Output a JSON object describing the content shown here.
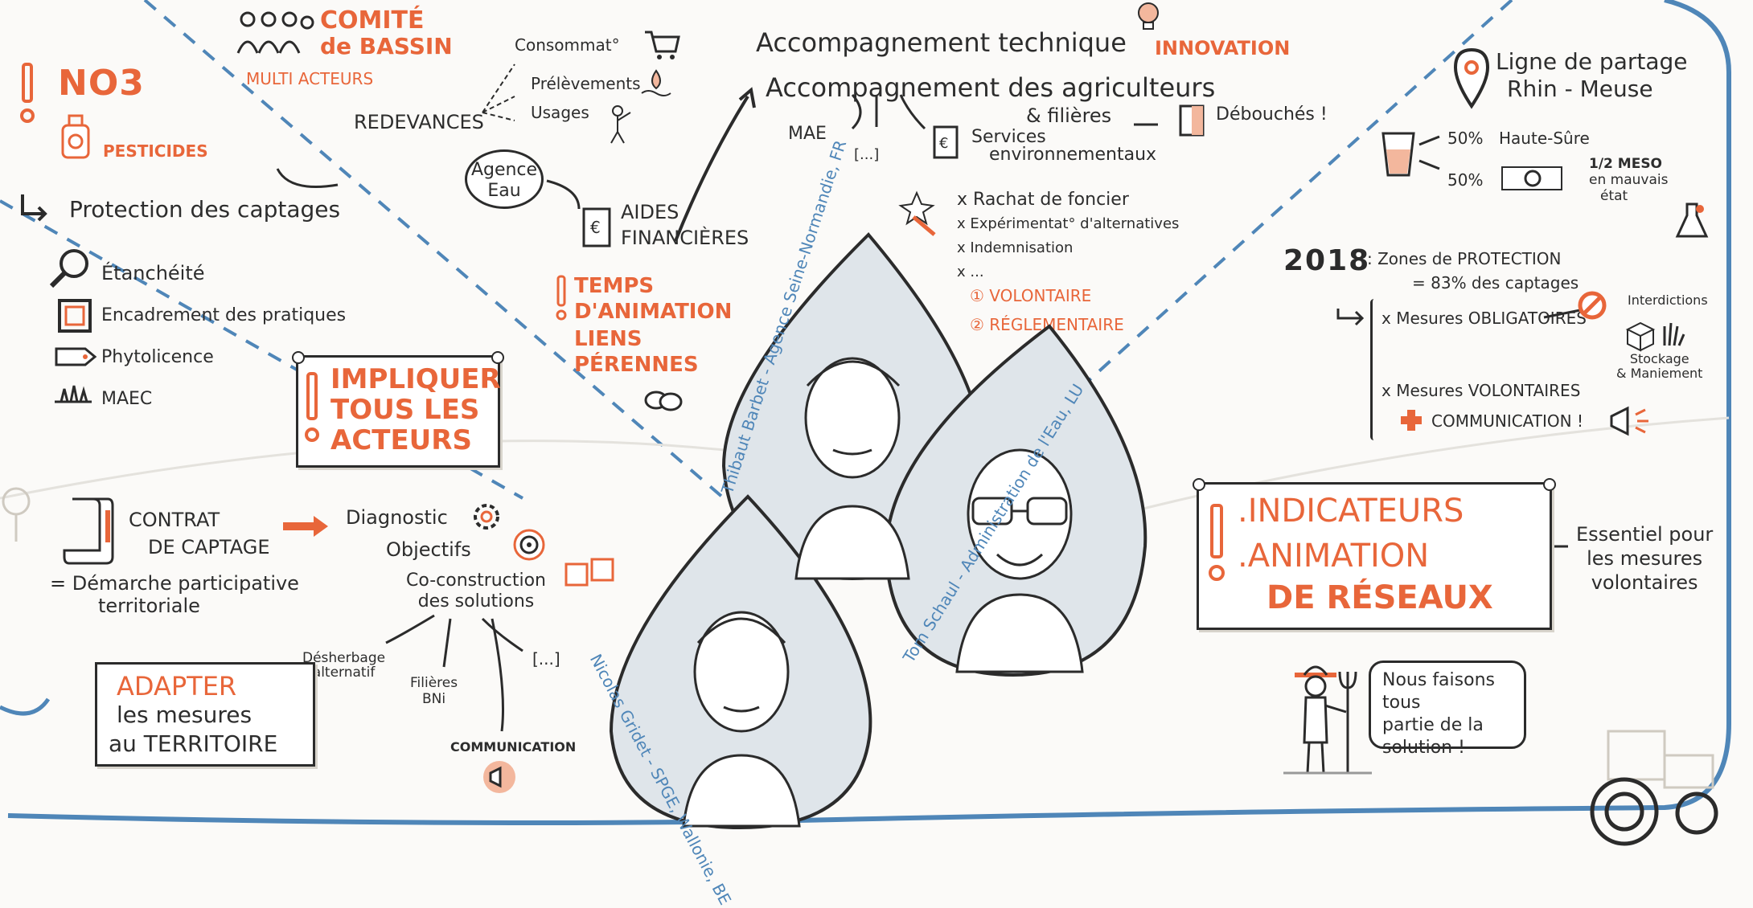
{
  "left": {
    "no3": "NO3",
    "pesticides": "PESTICIDES",
    "protection_title": "Protection des captages",
    "items": [
      "Étanchéité",
      "Encadrement des pratiques",
      "Phytolicence",
      "MAEC"
    ],
    "impliquer": [
      "IMPLIQUER",
      "TOUS LES",
      "ACTEURS"
    ],
    "contrat": [
      "CONTRAT",
      "DE CAPTAGE"
    ],
    "demarche": [
      "= Démarche participative",
      "territoriale"
    ],
    "diagnostic": "Diagnostic",
    "objectifs": "Objectifs",
    "coconstruction": [
      "Co-construction",
      "des solutions"
    ],
    "desherbage": [
      "Désherbage",
      "alternatif"
    ],
    "filieres_bni": [
      "Filières",
      "BNi"
    ],
    "etc": "[...]",
    "communication": "COMMUNICATION",
    "adapter": [
      "ADAPTER",
      "les mesures",
      "au TERRITOIRE"
    ]
  },
  "center": {
    "comite": [
      "COMITÉ",
      "de BASSIN"
    ],
    "multi": "MULTI ACTEURS",
    "redevances": "REDEVANCES",
    "consommat": "Consommat°",
    "prelevements": "Prélèvements",
    "usages": "Usages",
    "agence": [
      "Agence",
      "Eau"
    ],
    "aides": [
      "AIDES",
      "FINANCIÈRES"
    ],
    "temps": [
      "TEMPS",
      "D'ANIMATION"
    ],
    "liens": [
      "LIENS",
      "PÉRENNES"
    ],
    "accomp_tech": "Accompagnement technique",
    "innovation": "INNOVATION",
    "accomp_agri": [
      "Accompagnement des agriculteurs",
      "& filières"
    ],
    "debouches": "Débouchés !",
    "mae": "MAE",
    "mae_etc": "[...]",
    "services": [
      "Services",
      "environnementaux"
    ],
    "list": [
      "x Rachat de foncier",
      "x Expérimentat° d'alternatives",
      "x Indemnisation",
      "x ..."
    ],
    "volontaire": "① VOLONTAIRE",
    "reglementaire": "② RÉGLEMENTAIRE",
    "names": {
      "thibaut": "Thibaut Barbet - Agence Seine-Normandie, FR",
      "nicolas": "Nicolas Gridet - SPGE, Wallonie, BE",
      "tom": "Tom Schaul - Administration de l'Eau, LU"
    }
  },
  "right": {
    "ligne": [
      "Ligne de partage",
      "Rhin - Meuse"
    ],
    "pct1": "50%",
    "haute_sure": "Haute-Sûre",
    "pct2": "50%",
    "meso": [
      "1/2 MESO",
      "en mauvais",
      "état"
    ],
    "year": "2018",
    "zones": ": Zones de PROTECTION",
    "zones_pct": "= 83% des captages",
    "obligatoires": "x Mesures OBLIGATOIRES",
    "interdictions": "Interdictions",
    "stockage": [
      "Stockage",
      "& Maniement"
    ],
    "volontaires": "x Mesures VOLONTAIRES",
    "communication": "COMMUNICATION !",
    "indicateurs": ".INDICATEURS",
    "animation": [
      ".ANIMATION",
      "DE RÉSEAUX"
    ],
    "essentiel": [
      "Essentiel pour",
      "les mesures",
      "volontaires"
    ],
    "bubble": [
      "Nous faisons tous",
      "partie de la",
      "solution !"
    ]
  },
  "colors": {
    "orange": "#e8663a",
    "blue": "#4f86b8",
    "ink": "#2b2b2b",
    "skin": "#dfe5ea"
  }
}
